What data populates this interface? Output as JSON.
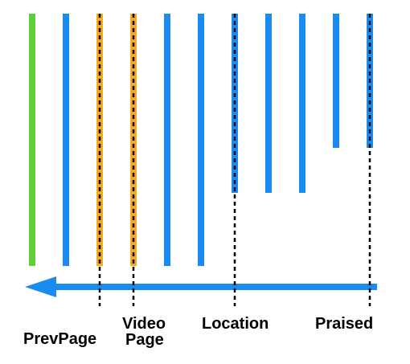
{
  "colors": {
    "default_bar": "#1a8cf0",
    "first_bar": "#5fd136",
    "highlight_bar": "#f5a91d",
    "arrow": "#1a8cf0",
    "marker_line": "#000000",
    "label_text": "#000000"
  },
  "bars": [
    {
      "state": "first",
      "level": "full"
    },
    {
      "state": "default",
      "level": "full"
    },
    {
      "state": "highlight",
      "level": "full"
    },
    {
      "state": "highlight",
      "level": "full"
    },
    {
      "state": "default",
      "level": "full"
    },
    {
      "state": "default",
      "level": "full"
    },
    {
      "state": "default",
      "level": "medium"
    },
    {
      "state": "default",
      "level": "medium"
    },
    {
      "state": "default",
      "level": "medium"
    },
    {
      "state": "default",
      "level": "short"
    },
    {
      "state": "default",
      "level": "short"
    }
  ],
  "arrow": {
    "direction": "left"
  },
  "markers": [
    {
      "label": "PrevPage",
      "bar_index": 2
    },
    {
      "label": "Video Page",
      "bar_index": 3
    },
    {
      "label": "Location",
      "bar_index": 6
    },
    {
      "label": "Praised",
      "bar_index": 10
    }
  ],
  "labels": {
    "prevpage": "PrevPage",
    "video_line1": "Video",
    "video_line2": "Page",
    "location": "Location",
    "praised": "Praised"
  }
}
